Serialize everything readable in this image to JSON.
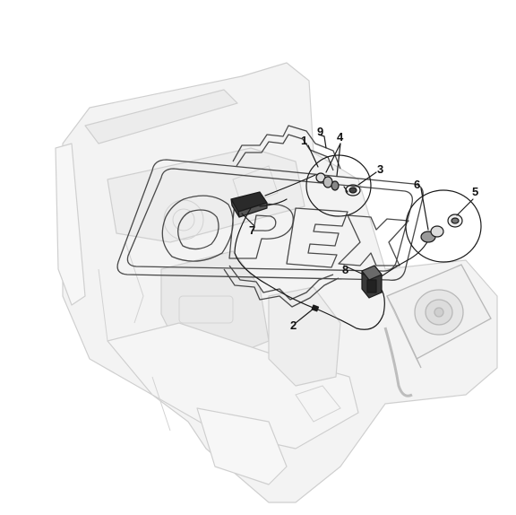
{
  "watermark": {
    "text": "OPEX",
    "type": "logo"
  },
  "callouts": [
    {
      "id": "1",
      "label": "1"
    },
    {
      "id": "2",
      "label": "2"
    },
    {
      "id": "3",
      "label": "3"
    },
    {
      "id": "4",
      "label": "4"
    },
    {
      "id": "5",
      "label": "5"
    },
    {
      "id": "6",
      "label": "6"
    },
    {
      "id": "7",
      "label": "7"
    },
    {
      "id": "8",
      "label": "8"
    },
    {
      "id": "9",
      "label": "9"
    }
  ],
  "colors": {
    "background": "#ffffff",
    "faded_outline": "#c9c9c9",
    "faded_fill": "#f1f1f1",
    "part_stroke": "#1a1a1a",
    "watermark_stroke": "#4a4a4a"
  }
}
